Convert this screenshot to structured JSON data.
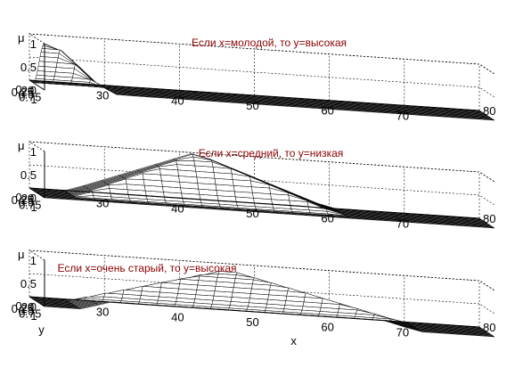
{
  "chart_data": [
    {
      "type": "surface",
      "title": "Если x=молодой, то y=высокая",
      "xlabel": "",
      "ylabel": "",
      "zlabel": "μ",
      "xlim": [
        20,
        80
      ],
      "ylim": [
        0,
        1
      ],
      "zlim": [
        0,
        1
      ],
      "x_ticks": [
        "20",
        "30",
        "40",
        "50",
        "60",
        "70",
        "80"
      ],
      "y_ticks": [
        "0",
        "0.25",
        "0.5",
        "0.75",
        "1"
      ],
      "z_ticks": [
        "0",
        "0.5",
        "1"
      ],
      "x_membership": {
        "shape": "z",
        "a": 20,
        "b": 30
      },
      "y_membership": {
        "shape": "s",
        "a": 0.25,
        "b": 1.0
      },
      "grid": true
    },
    {
      "type": "surface",
      "title": "Если x=средний, то y=низкая",
      "xlabel": "",
      "ylabel": "",
      "zlabel": "μ",
      "xlim": [
        20,
        80
      ],
      "ylim": [
        0,
        1
      ],
      "zlim": [
        0,
        1
      ],
      "x_ticks": [
        "20",
        "30",
        "40",
        "50",
        "60",
        "70",
        "80"
      ],
      "y_ticks": [
        "0",
        "0.25",
        "0.5",
        "0.75",
        "1"
      ],
      "z_ticks": [
        "0",
        "0.5",
        "1"
      ],
      "x_membership": {
        "shape": "triangle",
        "a": 25,
        "b": 42,
        "c": 60
      },
      "y_membership": {
        "shape": "z",
        "a": 0,
        "b": 0.75
      },
      "grid": true
    },
    {
      "type": "surface",
      "title": "Если x=очень старый, то y=высокая",
      "xlabel": "x",
      "ylabel": "y",
      "zlabel": "μ",
      "xlim": [
        20,
        80
      ],
      "ylim": [
        0,
        1
      ],
      "zlim": [
        0,
        1
      ],
      "x_ticks": [
        "20",
        "30",
        "40",
        "50",
        "60",
        "70",
        "80"
      ],
      "y_ticks": [
        "0",
        "0.25",
        "0.5",
        "0.75",
        "1"
      ],
      "z_ticks": [
        "0",
        "0.5",
        "1"
      ],
      "x_membership": {
        "shape": "triangle",
        "a": 25,
        "b": 45,
        "c": 70
      },
      "y_membership": {
        "shape": "s",
        "a": 0,
        "b": 0.75
      },
      "grid": true
    }
  ]
}
